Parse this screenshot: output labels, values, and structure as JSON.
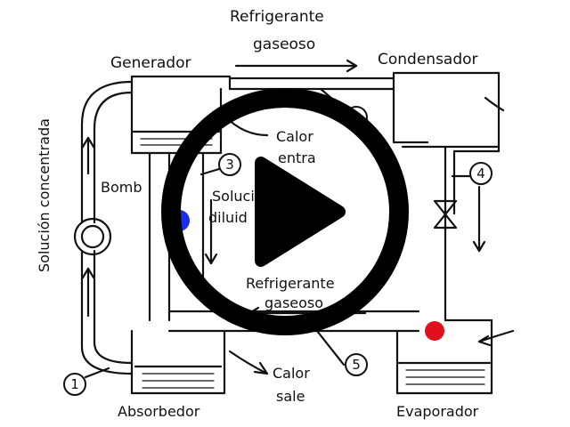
{
  "diagram": {
    "labels": {
      "refrigerante_top_1": "Refrigerante",
      "refrigerante_top_2": "gaseoso",
      "generador": "Generador",
      "condensador": "Condensador",
      "solucion_concentrada": "Solución concentrada",
      "calor_entra_1": "Calor",
      "calor_entra_2": "entra",
      "bomba": "Bomb",
      "solucion_diluida_1": "Soluci",
      "solucion_diluida_2": "diluid",
      "refrigerante_bottom_1": "Refrigerante",
      "refrigerante_bottom_2": "gaseoso",
      "calor_sale_1": "Calor",
      "calor_sale_2": "sale",
      "absorbedor": "Absorbedor",
      "evaporador": "Evaporador"
    },
    "markers": [
      "1",
      "2",
      "3",
      "4",
      "5"
    ],
    "colors": {
      "blue_dot": "#1a2cf0",
      "red_dot": "#e0101c",
      "play_overlay": "#000000"
    }
  },
  "overlay": {
    "icon": "play-icon"
  }
}
